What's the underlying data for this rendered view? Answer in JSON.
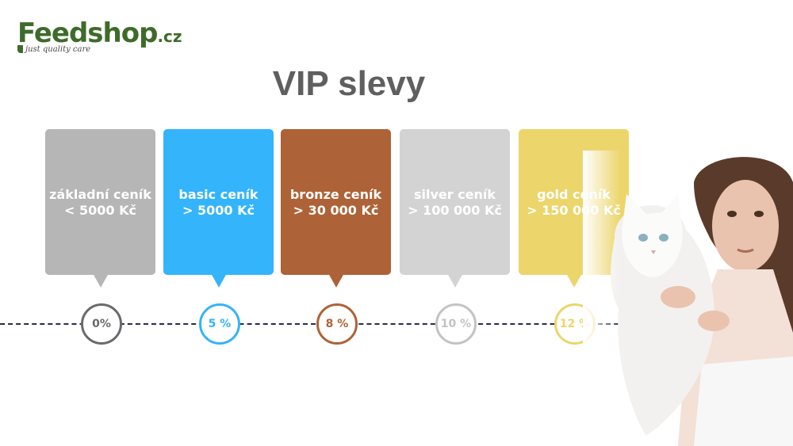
{
  "logo": {
    "brand": "Feedshop",
    "tld": ".cz",
    "tagline": "just quality care",
    "color": "#3f6b2a"
  },
  "title": "VIP slevy",
  "tiers": [
    {
      "name": "základní ceník",
      "threshold": "< 5000 Kč",
      "discount": "0%",
      "color": "#b6b6b6",
      "ring_color": "#6a6a6a"
    },
    {
      "name": "basic ceník",
      "threshold": "> 5000 Kč",
      "discount": "5 %",
      "color": "#33b4fb",
      "ring_color": "#33b4fb"
    },
    {
      "name": "bronze ceník",
      "threshold": "> 30 000 Kč",
      "discount": "8 %",
      "color": "#ad6337",
      "ring_color": "#ad6337"
    },
    {
      "name": "silver ceník",
      "threshold": "> 100 000 Kč",
      "discount": "10 %",
      "color": "#d3d3d3",
      "ring_color": "#c3c3c3"
    },
    {
      "name": "gold ceník",
      "threshold": "> 150 000 Kč",
      "discount": "12 %",
      "color": "#ecd56b",
      "ring_color": "#ecd56b"
    }
  ]
}
